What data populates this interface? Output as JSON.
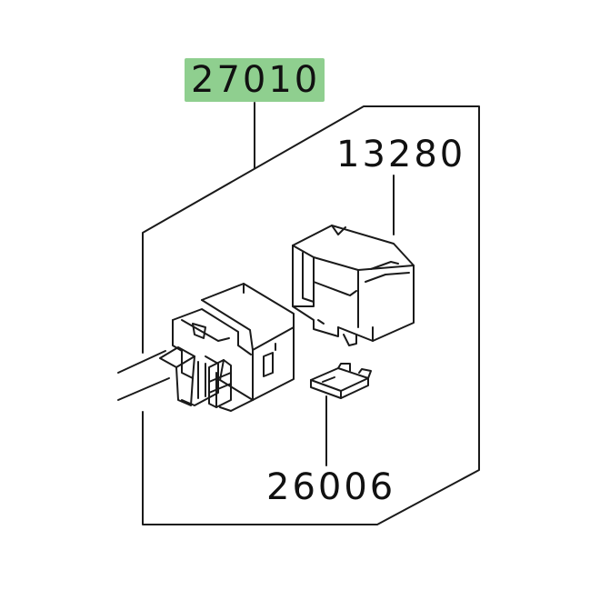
{
  "parts": {
    "main_assembly": {
      "number": "27010",
      "highlight_color": "#8fcf8f"
    },
    "cover": {
      "number": "13280"
    },
    "fuse": {
      "number": "26006"
    }
  },
  "colors": {
    "line": "#1a1a1a",
    "background": "#ffffff"
  }
}
